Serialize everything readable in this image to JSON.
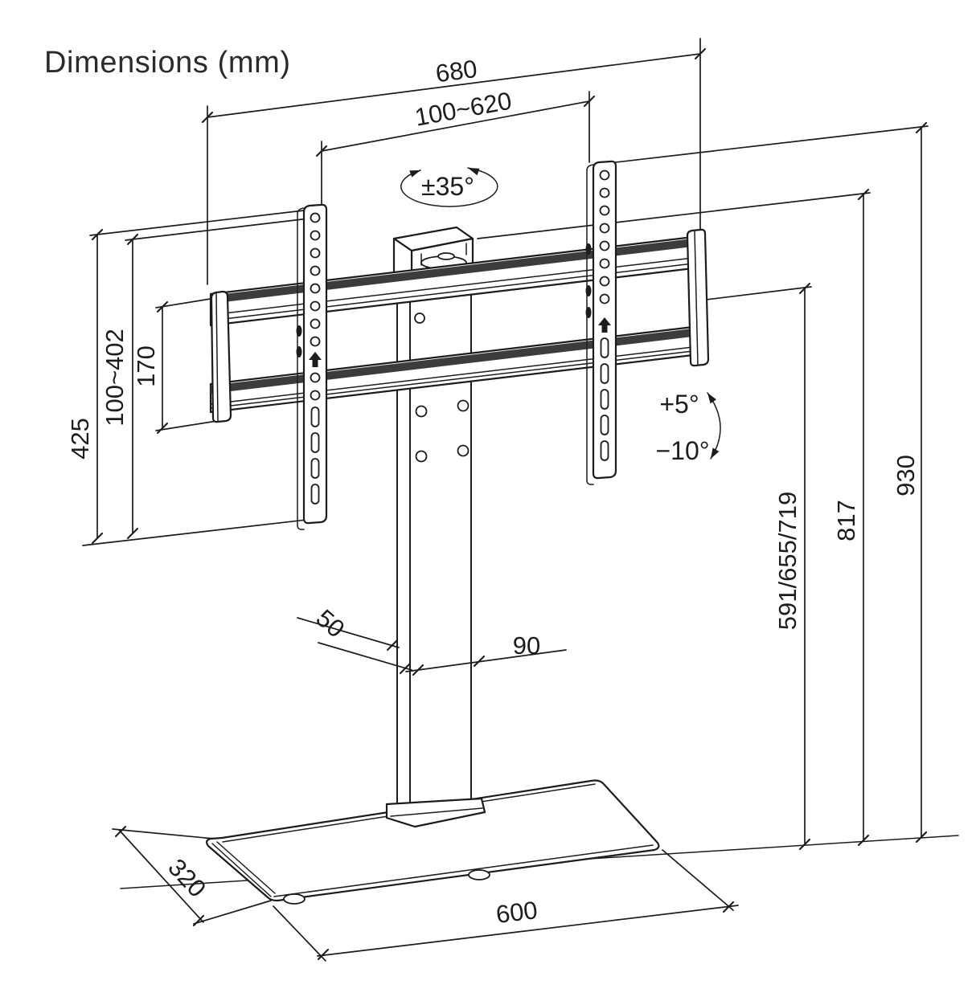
{
  "title": "Dimensions (mm)",
  "units": "mm",
  "dimensions": {
    "overall_width": "680",
    "vesa_width_range": "100~620",
    "swivel_range": "±35°",
    "bracket_height": "425",
    "vesa_height_range": "100~402",
    "adapter_plate_height": "170",
    "tilt_up": "+5°",
    "tilt_down": "−10°",
    "screen_center_heights": "591/655/719",
    "column_top_height": "817",
    "overall_height": "930",
    "column_depth": "50",
    "column_width": "90",
    "base_depth": "320",
    "base_width": "600"
  }
}
